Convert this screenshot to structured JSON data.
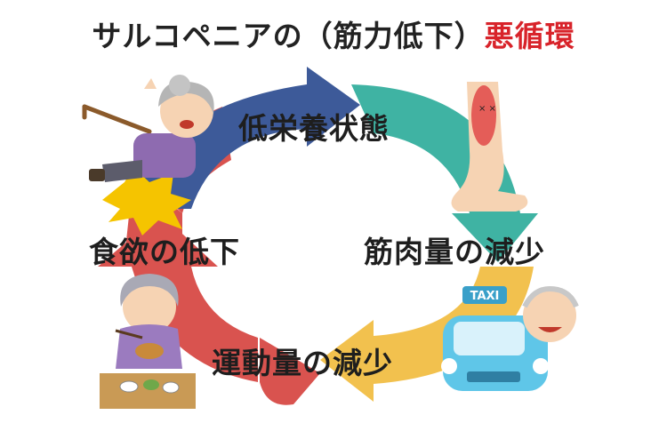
{
  "title": {
    "main": "サルコペニアの（筋力低下）",
    "highlight": "悪循環"
  },
  "cycle": {
    "steps": [
      "低栄養状態",
      "筋肉量の減少",
      "運動量の減少",
      "食欲の低下"
    ]
  },
  "illustrations": {
    "top_left": "elderly-woman-falling-with-cane",
    "top_right": "leg-with-muscle-pain",
    "bottom_right": "elderly-man-in-taxi",
    "bottom_left": "elderly-woman-eating-meal",
    "taxi_sign": "TAXI"
  },
  "colors": {
    "title_highlight": "#d8232a",
    "arrow_top": "#3d5a99",
    "arrow_right": "#3fb3a3",
    "arrow_bottom": "#f2c14e",
    "arrow_left": "#d9534f"
  }
}
